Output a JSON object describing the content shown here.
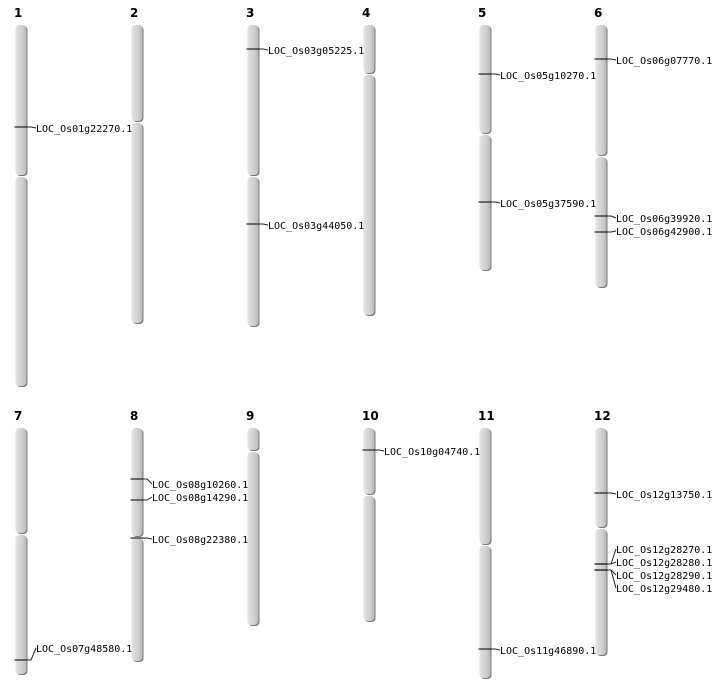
{
  "chromosomes": [
    {
      "name": "1",
      "genes": [
        "LOC_Os01g22270.1"
      ]
    },
    {
      "name": "2",
      "genes": []
    },
    {
      "name": "3",
      "genes": [
        "LOC_Os03g05225.1",
        "LOC_Os03g44050.1"
      ]
    },
    {
      "name": "4",
      "genes": []
    },
    {
      "name": "5",
      "genes": [
        "LOC_Os05g10270.1",
        "LOC_Os05g37590.1"
      ]
    },
    {
      "name": "6",
      "genes": [
        "LOC_Os06g07770.1",
        "LOC_Os06g39920.1",
        "LOC_Os06g42900.1"
      ]
    },
    {
      "name": "7",
      "genes": [
        "LOC_Os07g48580.1"
      ]
    },
    {
      "name": "8",
      "genes": [
        "LOC_Os08g10260.1",
        "LOC_Os08g14290.1",
        "LOC_Os08g22380.1"
      ]
    },
    {
      "name": "9",
      "genes": []
    },
    {
      "name": "10",
      "genes": [
        "LOC_Os10g04740.1"
      ]
    },
    {
      "name": "11",
      "genes": [
        "LOC_Os11g46890.1"
      ]
    },
    {
      "name": "12",
      "genes": [
        "LOC_Os12g13750.1",
        "LOC_Os12g28270.1",
        "LOC_Os12g28280.1",
        "LOC_Os12g28290.1",
        "LOC_Os12g29480.1"
      ]
    }
  ]
}
